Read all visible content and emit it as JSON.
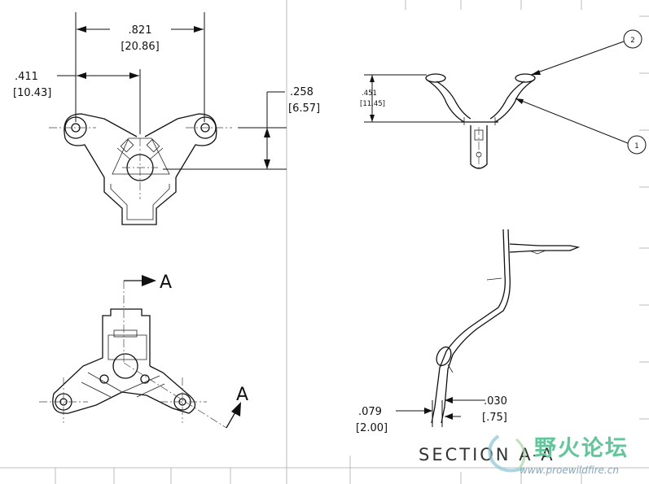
{
  "top_view": {
    "dim_width_in": ".821",
    "dim_width_mm": "[20.86]",
    "dim_half_in": ".411",
    "dim_half_mm": "[10.43]",
    "dim_height_in": ".258",
    "dim_height_mm": "[6.57]"
  },
  "side_view": {
    "dim_height_in": ".451",
    "dim_height_mm": "[11.45]",
    "balloon_1": "1",
    "balloon_2": "2"
  },
  "front_view": {
    "section_marker_1": "A",
    "section_marker_2": "A"
  },
  "section_view": {
    "dim_left_in": ".079",
    "dim_left_mm": "[2.00]",
    "dim_right_in": ".030",
    "dim_right_mm": "[.75]",
    "title": "SECTION A-A"
  },
  "watermark": {
    "text_cn": "野火论坛",
    "url": "www.proewildfire.cn"
  }
}
